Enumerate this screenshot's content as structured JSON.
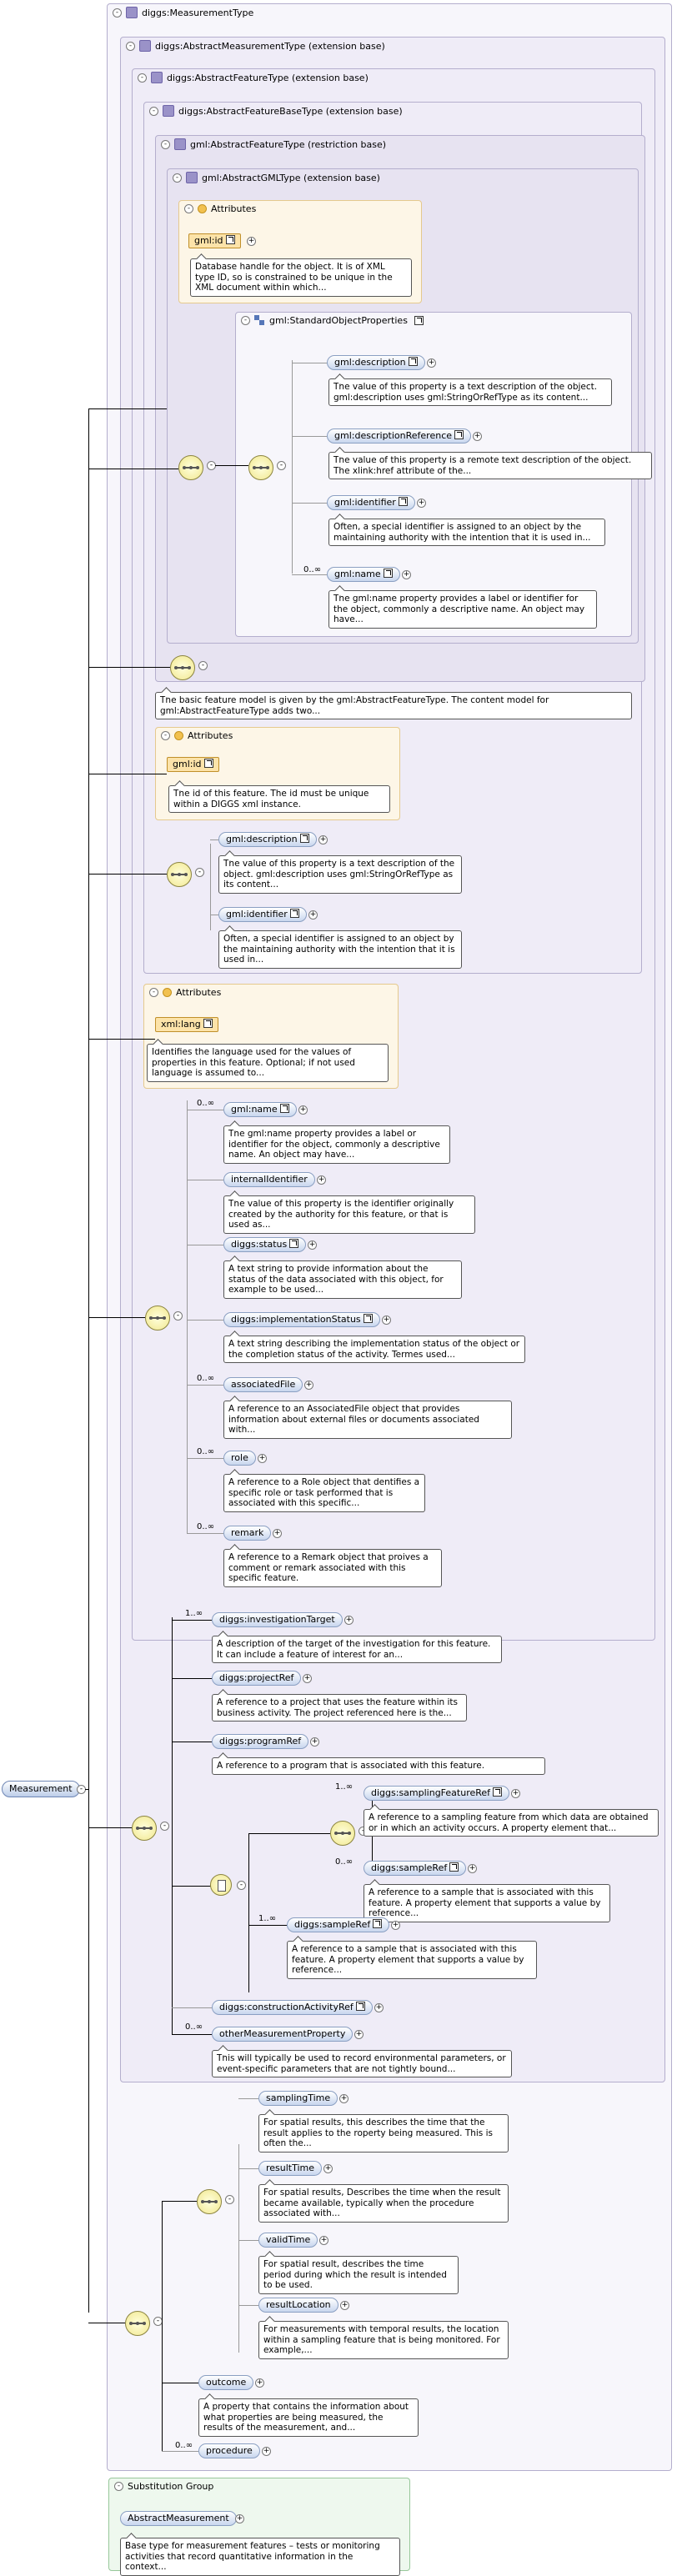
{
  "root": {
    "label": "Measurement"
  },
  "boxes": {
    "measurement_type": "diggs:MeasurementType",
    "abstract_measurement_type": "diggs:AbstractMeasurementType (extension base)",
    "abstract_feature_type": "diggs:AbstractFeatureType (extension base)",
    "abstract_feature_base_type": "diggs:AbstractFeatureBaseType (extension base)",
    "gml_abstract_feature_type": "gml:AbstractFeatureType (restriction base)",
    "gml_abstract_gml_type": "gml:AbstractGMLType (extension base)",
    "standard_object_properties": "gml:StandardObjectProperties",
    "attributes_label": "Attributes",
    "substitution_group": "Substitution Group"
  },
  "gml_attrs": {
    "id_label": "gml:id",
    "id_doc": "Database handle for the object. It is of XML type ID, so is constrained to be unique in the XML document within which..."
  },
  "std_props": [
    {
      "label": "gml:description",
      "mult": "",
      "doc": "The value of this property is a text description of the object. gml:description uses gml:StringOrRefType as its content..."
    },
    {
      "label": "gml:descriptionReference",
      "mult": "",
      "doc": "The value of this property is a remote text description of the object. The xlink:href attribute of the..."
    },
    {
      "label": "gml:identifier",
      "mult": "",
      "doc": "Often, a special identifier is assigned to an object by the maintaining authority with the intention that it is used in..."
    },
    {
      "label": "gml:name",
      "mult": "0..∞",
      "doc": "The gml:name property provides a label or identifier for the object, commonly a descriptive name. An object may have..."
    }
  ],
  "feature_type_doc": "The basic feature model is given by the gml:AbstractFeatureType. The content model for gml:AbstractFeatureType adds two...",
  "diggs_id": {
    "label": "gml:id",
    "doc": "The id of this feature. The id must be unique within a DIGGS xml instance."
  },
  "base_props": [
    {
      "label": "gml:description",
      "doc": "The value of this property is a text description of the object. gml:description uses gml:StringOrRefType as its content..."
    },
    {
      "label": "gml:identifier",
      "doc": "Often, a special identifier is assigned to an object by the maintaining authority with the intention that it is used in..."
    }
  ],
  "lang_attr": {
    "label": "xml:lang",
    "doc": "Identifies the language used for the values of properties in this feature. Optional; if not used language is assumed to..."
  },
  "feature_props": [
    {
      "label": "gml:name",
      "mult": "0..∞",
      "doc": "The gml:name property provides a label or identifier for the object, commonly a descriptive name. An object may have..."
    },
    {
      "label": "internalIdentifier",
      "mult": "",
      "doc": "The value of this property is the identifier originally created by the authority for this feature, or that is used as..."
    },
    {
      "label": "diggs:status",
      "mult": "",
      "doc": "A text string to provide information about the status of the data associated with this object, for example to be used..."
    },
    {
      "label": "diggs:implementationStatus",
      "mult": "",
      "doc": "A text string describing the implementation status of the object or the completion status of the activity. Termes used..."
    },
    {
      "label": "associatedFile",
      "mult": "0..∞",
      "doc": "A reference to an AssociatedFile object that provides information about external files or documents associated with..."
    },
    {
      "label": "role",
      "mult": "0..∞",
      "doc": "A reference to a Role object that dentifies a specific role or task performed that is associated with this specific..."
    },
    {
      "label": "remark",
      "mult": "0..∞",
      "doc": "A reference to a Remark object that proives a comment or remark associated with this specific feature."
    }
  ],
  "measurement_props": [
    {
      "label": "diggs:investigationTarget",
      "mult": "1..∞",
      "doc": "A description of the target of the investigation for this feature. It can include a feature of interest for an..."
    },
    {
      "label": "diggs:projectRef",
      "mult": "",
      "doc": "A reference to a project that uses the feature within its business activity. The project referenced here is the..."
    },
    {
      "label": "diggs:programRef",
      "mult": "",
      "doc": "A reference to a program that is associated with this feature."
    }
  ],
  "choice_props": [
    {
      "label": "diggs:samplingFeatureRef",
      "mult": "1..∞",
      "doc": "A reference to a sampling feature from which data are obtained or in which an activity occurs. A property element that..."
    },
    {
      "label": "diggs:sampleRef",
      "mult": "0..∞",
      "doc": "A reference to a sample that is associated with this feature. A property element that supports a value by reference..."
    },
    {
      "label": "diggs:sampleRef",
      "mult": "1..∞",
      "doc": "A reference to a sample that is associated with this feature. A property element that supports a value by reference..."
    }
  ],
  "after_choice": [
    {
      "label": "diggs:constructionActivityRef",
      "mult": ""
    },
    {
      "label": "otherMeasurementProperty",
      "mult": "0..∞",
      "doc": "This will typically be used to record environmental parameters, or event-specific parameters that are not tightly bound..."
    }
  ],
  "time_props": [
    {
      "label": "samplingTime",
      "doc": "For spatial results, this describes the time that the result applies to the roperty being measured. This is often the..."
    },
    {
      "label": "resultTime",
      "doc": "For spatial results, Describes the time when the result became available, typically when the procedure associated with..."
    },
    {
      "label": "validTime",
      "doc": "For spatial result, describes the time period during which the result is intended to be used."
    },
    {
      "label": "resultLocation",
      "doc": "For measurements with temporal results, the location within a sampling feature that is being monitored. For example,..."
    }
  ],
  "outcome": {
    "label": "outcome",
    "doc": "A property that contains the information about what properties are being measured, the results of the measurement, and..."
  },
  "procedure": {
    "label": "procedure",
    "mult": "0..∞"
  },
  "substitution": {
    "label": "AbstractMeasurement",
    "doc": "Base type for measurement features – tests or monitoring activities that record quantitative information in the context..."
  }
}
